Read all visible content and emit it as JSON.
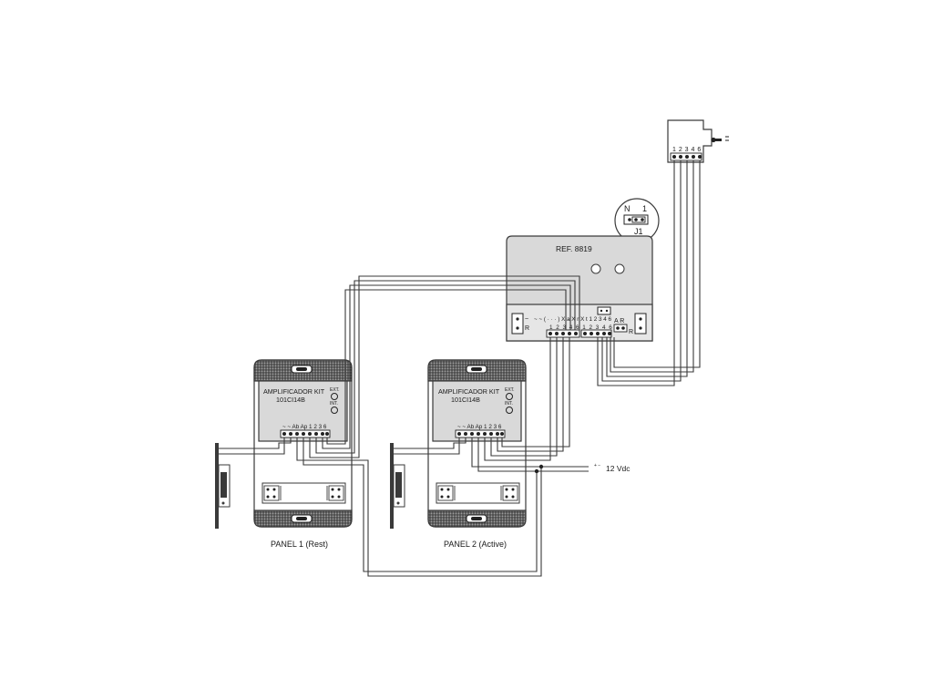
{
  "phone": {
    "terminals": "1 2 3 4 6"
  },
  "module": {
    "ref": "REF. 8819",
    "left_label_top": "~",
    "left_label_bottom": "R",
    "terminal_labels": "~ ~ ( · · · ) X a X r X t 1 2 3 4 6",
    "terminal_numbers": "1 2 3 4 6  1 2 3 4 6",
    "right_labels": "A R",
    "right_label_bottom": "R"
  },
  "jumper": {
    "label_n": "N",
    "label_1": "1",
    "label_j1": "J1"
  },
  "panel1": {
    "amp_title": "AMPLIFICADOR KIT",
    "amp_model": "101CI14B",
    "ext": "EXT.",
    "int": "INT.",
    "terminals": "~ ~ Ab Ap 1 2 3 6",
    "caption": "PANEL 1 (Rest)"
  },
  "panel2": {
    "amp_title": "AMPLIFICADOR KIT",
    "amp_model": "101CI14B",
    "ext": "EXT.",
    "int": "INT.",
    "terminals": "~ ~ Ab Ap 1 2 3 6",
    "caption": "PANEL 2 (Active)"
  },
  "power": {
    "label": "12 Vdc",
    "symbol": "+ −"
  }
}
